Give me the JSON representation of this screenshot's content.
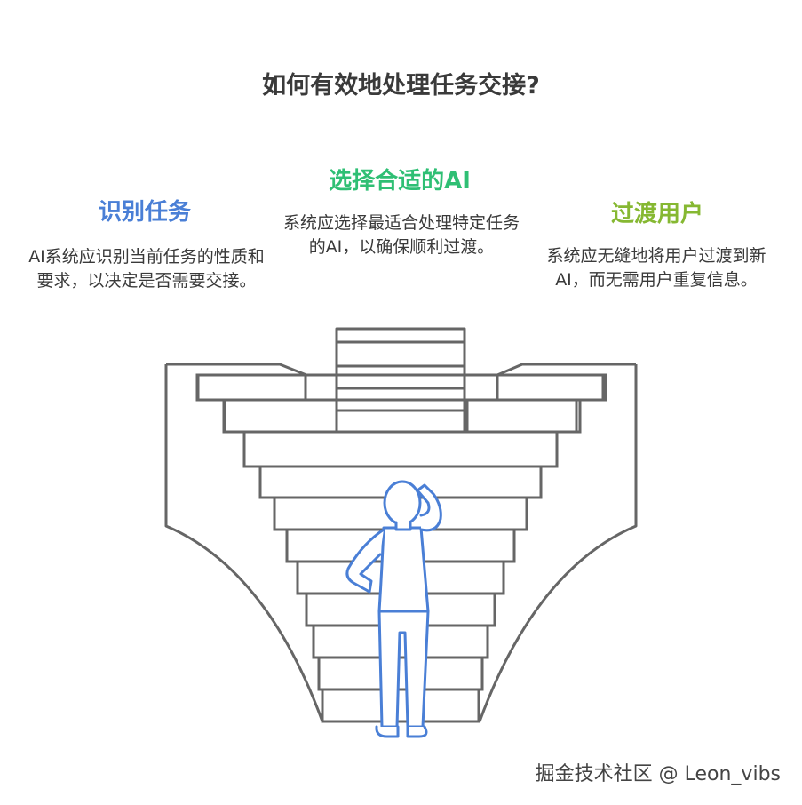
{
  "title": "如何有效地处理任务交接?",
  "sections": [
    {
      "heading": "识别任务",
      "description": "AI系统应识别当前任务的性质和要求，以决定是否需要交接。",
      "color": "#4a7fd6"
    },
    {
      "heading": "选择合适的AI",
      "description": "系统应选择最适合处理特定任务的AI，以确保顺利过渡。",
      "color": "#2fbf74"
    },
    {
      "heading": "过渡用户",
      "description": "系统应无缝地将用户过渡到新AI，而无需用户重复信息。",
      "color": "#86b832"
    }
  ],
  "watermark": "掘金技术社区 @ Leon_vibs",
  "illustration": {
    "line_color": "#666666",
    "figure_color": "#4a7fd6"
  }
}
